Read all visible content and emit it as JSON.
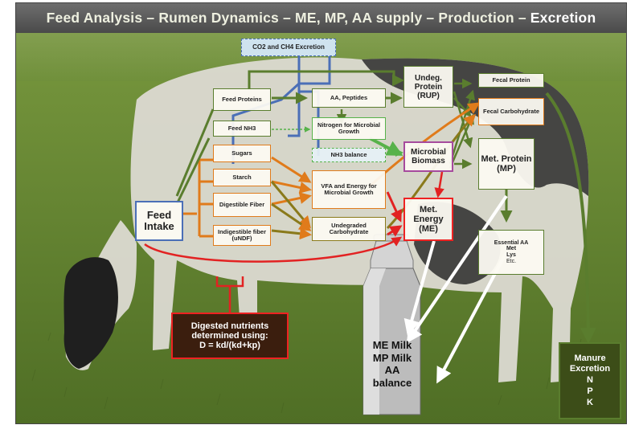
{
  "title": {
    "main": "Feed Analysis – Rumen Dynamics – ME, MP, AA supply – Production –",
    "highlight": "Excretion"
  },
  "nodes": {
    "co2_excretion": "CO2 and CH4 Excretion",
    "feed_proteins": "Feed Proteins",
    "aa_peptides": "AA, Peptides",
    "undeg_protein": "Undeg. Protein (RUP)",
    "fecal_protein": "Fecal Protein",
    "feed_nh3": "Feed NH3",
    "nitrogen_microbial": "Nitrogen for Microbial Growth",
    "fecal_carbohydrate": "Fecal Carbohydrate",
    "sugars": "Sugars",
    "nh3_balance": "NH3 balance",
    "microbial_biomass": "Microbial Biomass",
    "met_protein": "Met. Protein (MP)",
    "starch": "Starch",
    "vfa_energy": "VFA and Energy for Microbial Growth",
    "digestible_fiber": "Digestible Fiber",
    "met_energy": "Met. Energy (ME)",
    "feed_intake": "Feed Intake",
    "indigestible_fiber": "Indigestible fiber (uNDF)",
    "undegraded_carbohydrate": "Undegraded Carbohydrate",
    "essential_aa": "Essential AA",
    "essential_aa_met": "Met",
    "essential_aa_lys": "Lys",
    "essential_aa_etc": "Etc.",
    "digested_line1": "Digested nutrients",
    "digested_line2": "determined using:",
    "digested_formula": "D = kd/(kd+kp)",
    "milk_line1": "ME Milk",
    "milk_line2": "MP Milk",
    "milk_line3": "AA",
    "milk_line4": "balance",
    "manure_line1": "Manure",
    "manure_line2": "Excretion",
    "manure_n": "N",
    "manure_p": "P",
    "manure_k": "K"
  },
  "colors": {
    "green_arrow": "#5a7d2e",
    "orange_arrow": "#e07b1b",
    "red_arrow": "#e22222",
    "blue_arrow": "#4b6fb7",
    "purple_border": "#a64a9d",
    "light_green": "#57b24a"
  }
}
